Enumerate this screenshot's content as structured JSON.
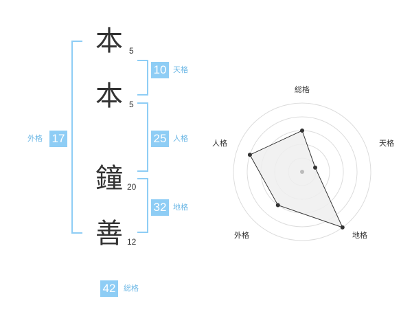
{
  "name": {
    "characters": [
      {
        "char": "本",
        "strokes": "5"
      },
      {
        "char": "本",
        "strokes": "5"
      },
      {
        "char": "鐘",
        "strokes": "20"
      },
      {
        "char": "善",
        "strokes": "12"
      }
    ]
  },
  "fortunes": {
    "tenkaku": {
      "value": "10",
      "label": "天格"
    },
    "jinkaku": {
      "value": "25",
      "label": "人格"
    },
    "chikaku": {
      "value": "32",
      "label": "地格"
    },
    "gaikaku": {
      "value": "17",
      "label": "外格"
    },
    "soukaku": {
      "value": "42",
      "label": "総格"
    }
  },
  "radar": {
    "axes": [
      "総格",
      "天格",
      "地格",
      "外格",
      "人格"
    ],
    "levels": 5,
    "scores": [
      3,
      1,
      5,
      3,
      4
    ],
    "colors": {
      "grid": "#dcdcdc",
      "fill": "#efefef",
      "line": "#333333",
      "point": "#333333",
      "center": "#bbbbbb",
      "accent": "#8ecdf5"
    }
  }
}
